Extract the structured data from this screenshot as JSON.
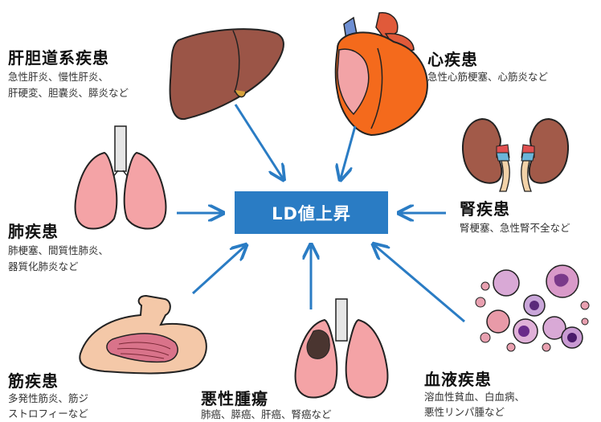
{
  "center": {
    "label": "LD値上昇"
  },
  "colors": {
    "arrow": "#2a7cc4",
    "box": "#2a7cc4"
  },
  "categories": [
    {
      "key": "liver",
      "title": "肝胆道系疾患",
      "lines": [
        "急性肝炎、慢性肝炎、",
        "肝硬変、胆嚢炎、膵炎など"
      ],
      "icon": "liver-icon"
    },
    {
      "key": "heart",
      "title": "心疾患",
      "lines": [
        "急性心筋梗塞、心筋炎など"
      ],
      "icon": "heart-icon"
    },
    {
      "key": "lung",
      "title": "肺疾患",
      "lines": [
        "肺梗塞、間質性肺炎、",
        "器質化肺炎など"
      ],
      "icon": "lungs-icon"
    },
    {
      "key": "kidney",
      "title": "腎疾患",
      "lines": [
        "腎梗塞、急性腎不全など"
      ],
      "icon": "kidneys-icon"
    },
    {
      "key": "muscle",
      "title": "筋疾患",
      "lines": [
        "多発性筋炎、筋ジ",
        "ストロフィーなど"
      ],
      "icon": "arm-muscle-icon"
    },
    {
      "key": "tumor",
      "title": "悪性腫瘍",
      "lines": [
        "肺癌、膵癌、肝癌、腎癌など"
      ],
      "icon": "tumor-lungs-icon"
    },
    {
      "key": "blood",
      "title": "血液疾患",
      "lines": [
        "溶血性貧血、白血病、",
        "悪性リンパ腫など"
      ],
      "icon": "blood-cells-icon"
    }
  ]
}
